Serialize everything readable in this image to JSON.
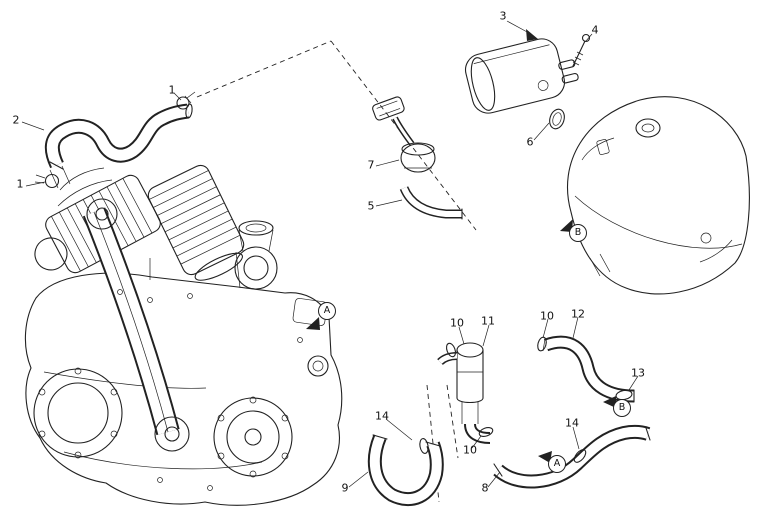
{
  "figure": {
    "kind": "exploded-parts-diagram",
    "subject": "motorcycle engine evaporative emissions / breather hose assembly",
    "ink_color": "#222222",
    "paper_color": "#ffffff"
  },
  "callouts": [
    {
      "label": "1"
    },
    {
      "label": "2"
    },
    {
      "label": "1"
    },
    {
      "label": "3"
    },
    {
      "label": "4"
    },
    {
      "label": "6"
    },
    {
      "label": "7"
    },
    {
      "label": "5"
    },
    {
      "label": "10"
    },
    {
      "label": "11"
    },
    {
      "label": "10"
    },
    {
      "label": "12"
    },
    {
      "label": "13"
    },
    {
      "label": "14"
    },
    {
      "label": "14"
    },
    {
      "label": "10"
    },
    {
      "label": "9"
    },
    {
      "label": "8"
    }
  ],
  "markers": [
    {
      "label": "A"
    },
    {
      "label": "B"
    },
    {
      "label": "B"
    },
    {
      "label": "A"
    }
  ]
}
